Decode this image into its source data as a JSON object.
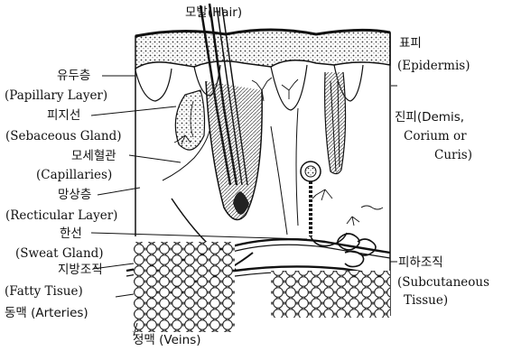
{
  "labels": {
    "hair": "모발(Hair)",
    "papillary_ko": "유두층",
    "papillary_en": "(Papillary Layer)",
    "sebaceous_ko": "피지선",
    "sebaceous_en": "(Sebaceous Gland)",
    "capillaries_ko": "모세혈관",
    "capillaries_en": "(Capillaries)",
    "recticular_ko": "망상층",
    "recticular_en": "(Recticular Layer)",
    "sweat_ko": "한선",
    "sweat_en": "(Sweat Gland)",
    "fatty_ko": "지방조직",
    "fatty_en": "(Fatty Tisue)",
    "arteries": "동맥 (Arteries)",
    "veins": "정맥 (Veins)",
    "epidermis_ko": "표피",
    "epidermis_en": "(Epidermis)",
    "dermis_1": "진피(Demis,",
    "dermis_2": "Corium or",
    "dermis_3": "Curis)",
    "subcut_ko": "피하조직",
    "subcut_en_1": "(Subcutaneous",
    "subcut_en_2": "Tissue)"
  },
  "colors": {
    "ink": "#111111",
    "background": "#ffffff"
  }
}
